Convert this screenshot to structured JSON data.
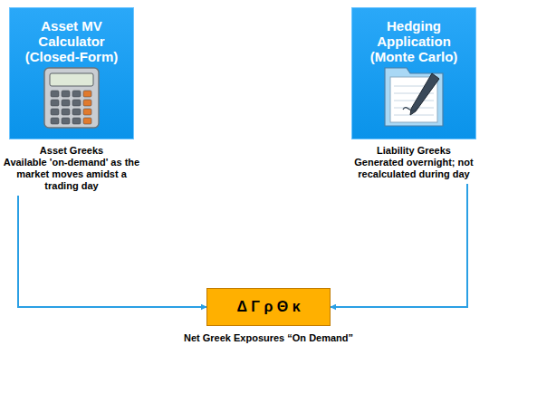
{
  "diagram": {
    "nodes": [
      {
        "text": [
          "Asset MV Calculator (Closed-Form)",
          "Asset Greeks",
          "Available 'on-demand' as the market moves amidst a trading day"
        ]
      },
      {
        "text": [
          "Hedging Application (Monte Carlo)",
          "Liability Greeks",
          "Generated overnight; not recalculated during day"
        ]
      },
      {
        "text": [
          "Δ Γ ρ Θ κ",
          "Net Greek Exposures “On Demand”"
        ]
      }
    ],
    "edges": [
      {
        "from": 0,
        "to": 2,
        "arrow": "to"
      },
      {
        "from": 1,
        "to": 2,
        "arrow": "to"
      }
    ]
  }
}
